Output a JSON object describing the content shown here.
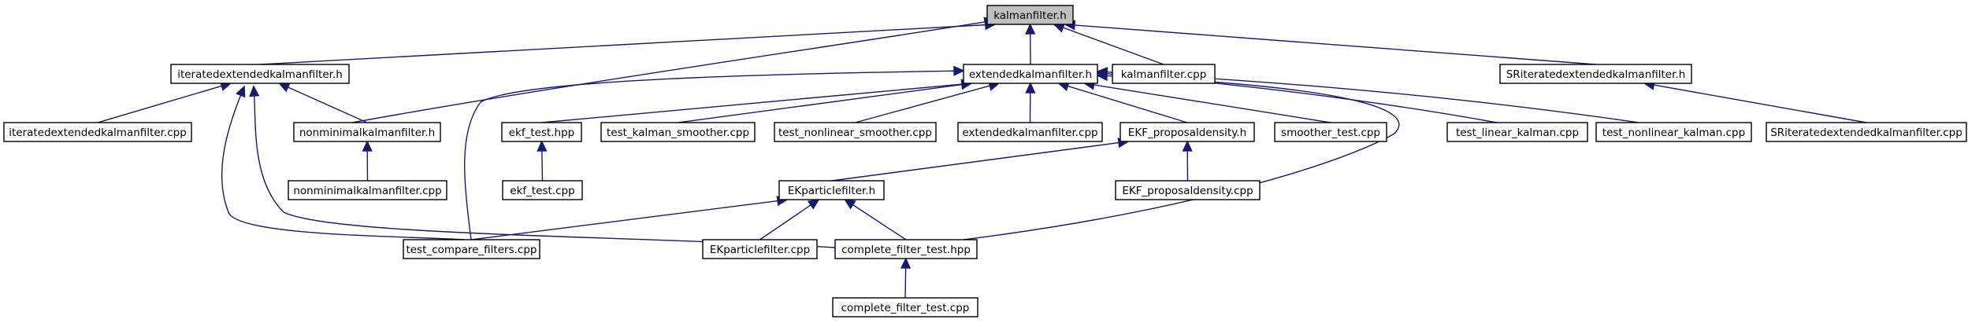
{
  "nodes": [
    {
      "id": "kalmanfilter_h",
      "label": "kalmanfilter.h",
      "root": true
    },
    {
      "id": "iterated_h",
      "label": "iteratedextendedkalmanfilter.h"
    },
    {
      "id": "extended_h",
      "label": "extendedkalmanfilter.h"
    },
    {
      "id": "kalmanfilter_cpp",
      "label": "kalmanfilter.cpp"
    },
    {
      "id": "sr_h",
      "label": "SRiteratedextendedkalmanfilter.h"
    },
    {
      "id": "iterated_cpp",
      "label": "iteratedextendedkalmanfilter.cpp"
    },
    {
      "id": "nonminimal_h",
      "label": "nonminimalkalmanfilter.h"
    },
    {
      "id": "ekf_test_hpp",
      "label": "ekf_test.hpp"
    },
    {
      "id": "test_kalman_smoother",
      "label": "test_kalman_smoother.cpp"
    },
    {
      "id": "test_nonlinear_smoother",
      "label": "test_nonlinear_smoother.cpp"
    },
    {
      "id": "extended_cpp",
      "label": "extendedkalmanfilter.cpp"
    },
    {
      "id": "ekf_prop_h",
      "label": "EKF_proposaldensity.h"
    },
    {
      "id": "smoother_test",
      "label": "smoother_test.cpp"
    },
    {
      "id": "test_linear_kalman",
      "label": "test_linear_kalman.cpp"
    },
    {
      "id": "test_nonlinear_kalman",
      "label": "test_nonlinear_kalman.cpp"
    },
    {
      "id": "sr_cpp",
      "label": "SRiteratedextendedkalmanfilter.cpp"
    },
    {
      "id": "nonminimal_cpp",
      "label": "nonminimalkalmanfilter.cpp"
    },
    {
      "id": "ekf_test_cpp",
      "label": "ekf_test.cpp"
    },
    {
      "id": "ekparticle_h",
      "label": "EKparticlefilter.h"
    },
    {
      "id": "ekf_prop_cpp",
      "label": "EKF_proposaldensity.cpp"
    },
    {
      "id": "test_compare_filters",
      "label": "test_compare_filters.cpp"
    },
    {
      "id": "ekparticle_cpp",
      "label": "EKparticlefilter.cpp"
    },
    {
      "id": "complete_filter_hpp",
      "label": "complete_filter_test.hpp"
    },
    {
      "id": "complete_filter_cpp",
      "label": "complete_filter_test.cpp"
    }
  ],
  "edges": [
    [
      "iterated_h",
      "kalmanfilter_h"
    ],
    [
      "nonminimal_h",
      "kalmanfilter_h"
    ],
    [
      "extended_h",
      "kalmanfilter_h"
    ],
    [
      "kalmanfilter_cpp",
      "kalmanfilter_h"
    ],
    [
      "sr_h",
      "kalmanfilter_h"
    ],
    [
      "iterated_cpp",
      "iterated_h"
    ],
    [
      "nonminimal_h",
      "iterated_h"
    ],
    [
      "test_compare_filters",
      "iterated_h"
    ],
    [
      "complete_filter_hpp",
      "iterated_h"
    ],
    [
      "sr_cpp",
      "sr_h"
    ],
    [
      "nonminimal_cpp",
      "nonminimal_h"
    ],
    [
      "ekf_test_hpp",
      "extended_h"
    ],
    [
      "test_kalman_smoother",
      "extended_h"
    ],
    [
      "test_nonlinear_smoother",
      "extended_h"
    ],
    [
      "extended_cpp",
      "extended_h"
    ],
    [
      "ekf_prop_h",
      "extended_h"
    ],
    [
      "smoother_test",
      "extended_h"
    ],
    [
      "test_linear_kalman",
      "extended_h"
    ],
    [
      "test_nonlinear_kalman",
      "extended_h"
    ],
    [
      "test_compare_filters",
      "extended_h"
    ],
    [
      "complete_filter_hpp",
      "extended_h"
    ],
    [
      "ekf_test_cpp",
      "ekf_test_hpp"
    ],
    [
      "ekparticle_h",
      "ekf_prop_h"
    ],
    [
      "ekf_prop_cpp",
      "ekf_prop_h"
    ],
    [
      "test_compare_filters",
      "ekparticle_h"
    ],
    [
      "ekparticle_cpp",
      "ekparticle_h"
    ],
    [
      "complete_filter_hpp",
      "ekparticle_h"
    ],
    [
      "complete_filter_cpp",
      "complete_filter_hpp"
    ]
  ],
  "colors": {
    "edge": "#191970",
    "root_fill": "#bfbfbf",
    "node_fill": "#ffffff",
    "node_stroke": "#000000"
  }
}
